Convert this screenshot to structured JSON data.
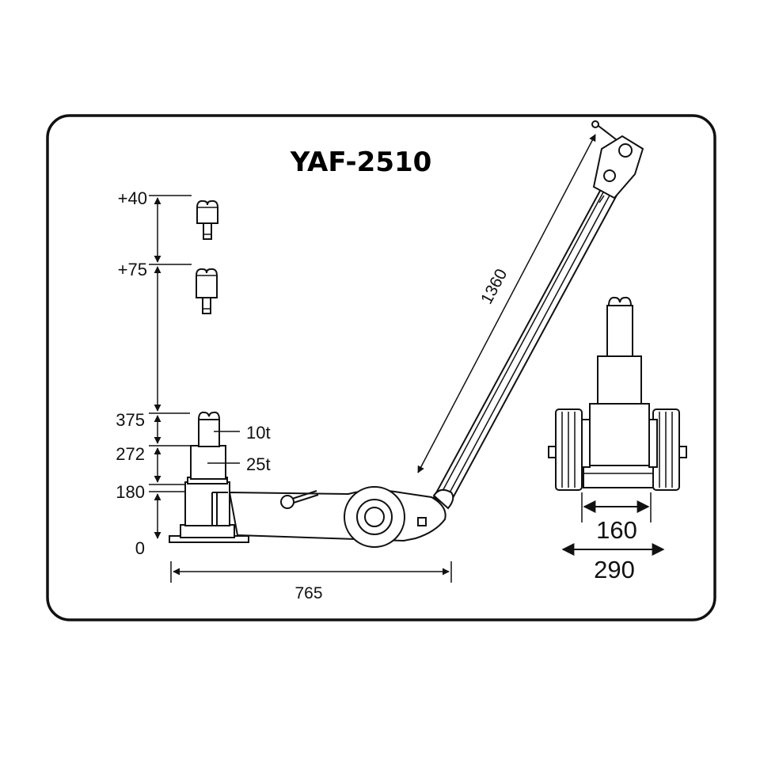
{
  "title": "YAF-2510",
  "height_labels": {
    "ext_40": "+40",
    "ext_75": "+75",
    "h_375": "375",
    "h_272": "272",
    "h_180": "180",
    "h_0": "0"
  },
  "stage_labels": {
    "stage_10t": "10t",
    "stage_25t": "25t"
  },
  "dimensions": {
    "length": "765",
    "handle_length": "1360",
    "inner_width": "160",
    "outer_width": "290"
  },
  "colors": {
    "line": "#111111",
    "background": "#ffffff"
  }
}
